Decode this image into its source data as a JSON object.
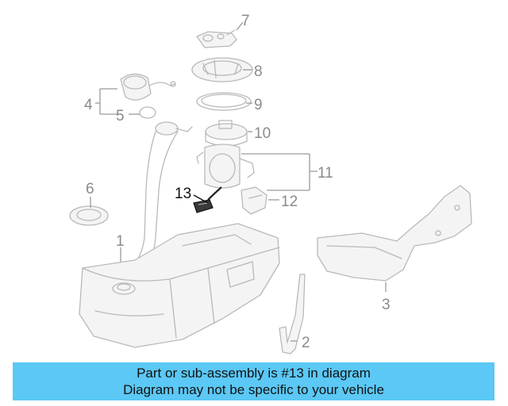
{
  "diagram": {
    "callouts": [
      {
        "id": "1",
        "label": "1",
        "highlighted": false
      },
      {
        "id": "2",
        "label": "2",
        "highlighted": false
      },
      {
        "id": "3",
        "label": "3",
        "highlighted": false
      },
      {
        "id": "4",
        "label": "4",
        "highlighted": false
      },
      {
        "id": "5",
        "label": "5",
        "highlighted": false
      },
      {
        "id": "6",
        "label": "6",
        "highlighted": false
      },
      {
        "id": "7",
        "label": "7",
        "highlighted": false
      },
      {
        "id": "8",
        "label": "8",
        "highlighted": false
      },
      {
        "id": "9",
        "label": "9",
        "highlighted": false
      },
      {
        "id": "10",
        "label": "10",
        "highlighted": false
      },
      {
        "id": "11",
        "label": "11",
        "highlighted": false
      },
      {
        "id": "12",
        "label": "12",
        "highlighted": false
      },
      {
        "id": "13",
        "label": "13",
        "highlighted": true
      }
    ],
    "colors": {
      "part_line": "#b9b9b9",
      "highlight_part": "#222222",
      "banner": "#5bc8f5"
    }
  },
  "banner": {
    "line1": "Part or sub-assembly is #13 in diagram",
    "line2": "Diagram may not be specific to your vehicle"
  }
}
